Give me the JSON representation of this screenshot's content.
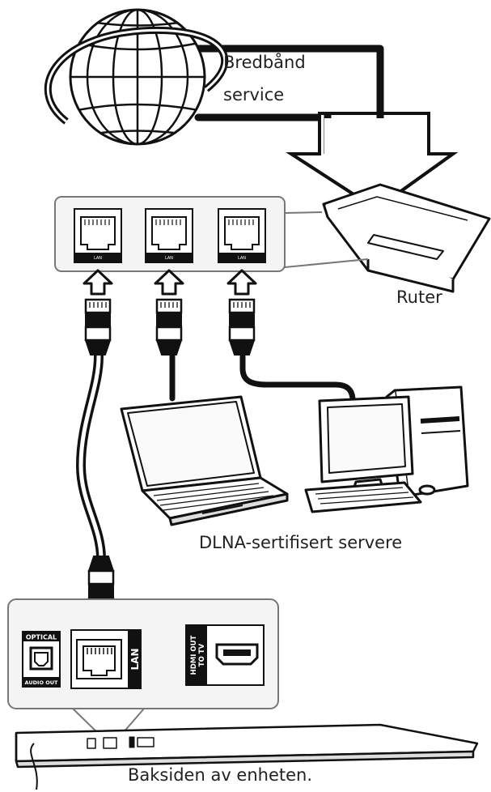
{
  "labels": {
    "broadband_line1": "Bredbånd",
    "broadband_line2": "service",
    "router": "Ruter",
    "dlna": "DLNA-sertifisert servere",
    "rear": "Baksiden av enheten."
  },
  "router_ports": [
    "LAN",
    "LAN",
    "LAN"
  ],
  "device_panel": {
    "optical_top": "OPTICAL",
    "optical_bottom": "AUDIO OUT",
    "lan": "LAN",
    "hdmi_line1": "HDMI OUT",
    "hdmi_line2": "TO TV"
  },
  "colors": {
    "line": "#111111",
    "fill": "#ffffff",
    "panel_fill": "#f4f4f4"
  }
}
